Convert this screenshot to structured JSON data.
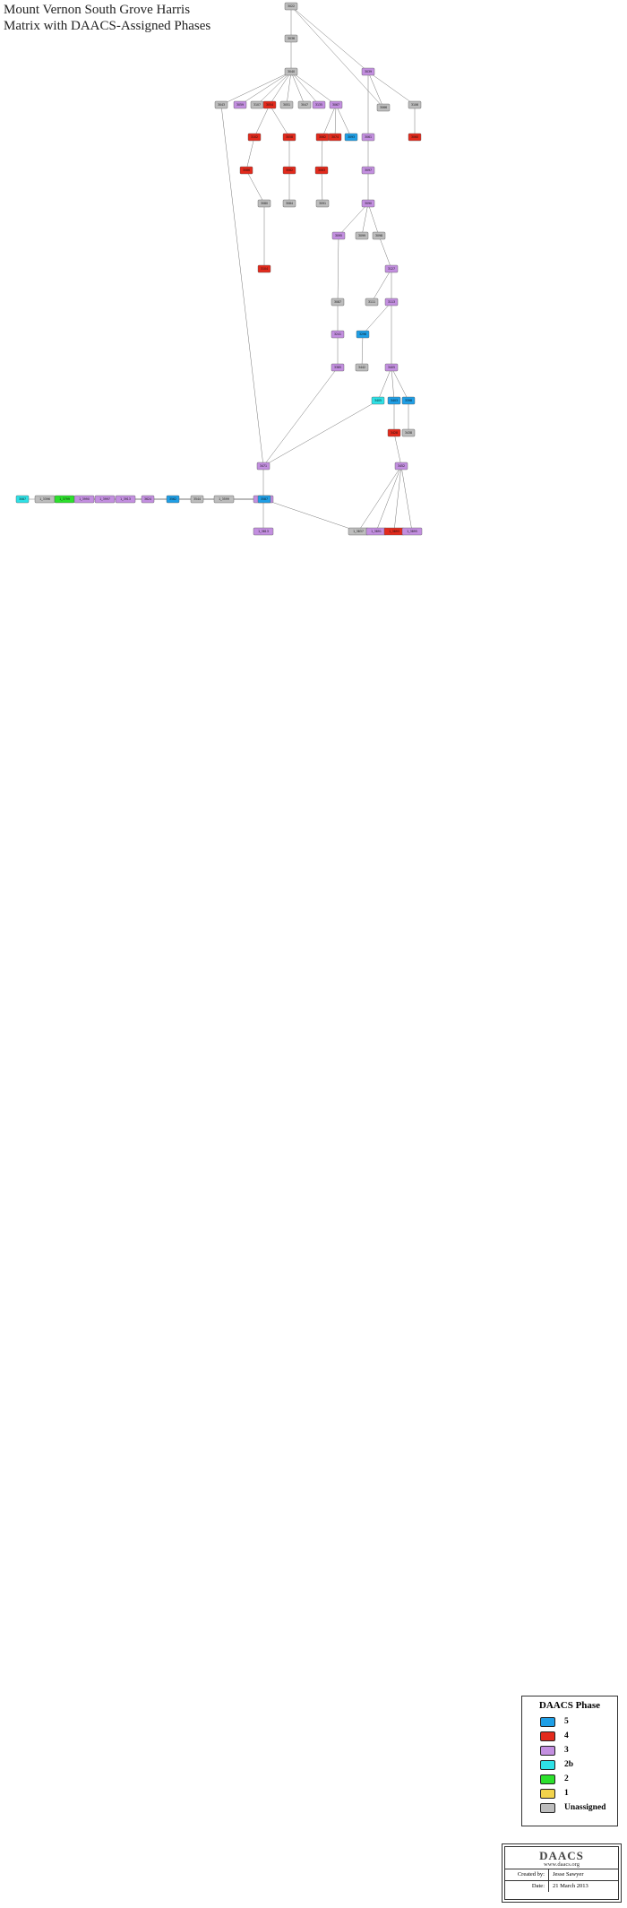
{
  "title": [
    "Mount Vernon South Grove Harris",
    "Matrix with DAACS-Assigned Phases"
  ],
  "legend": {
    "title": "DAACS Phase",
    "items": [
      {
        "label": "5",
        "color": "#1f9fe6"
      },
      {
        "label": "4",
        "color": "#e32a1c"
      },
      {
        "label": "3",
        "color": "#c38fe0"
      },
      {
        "label": "2b",
        "color": "#2ee1e6"
      },
      {
        "label": "2",
        "color": "#2ce02c"
      },
      {
        "label": "1",
        "color": "#f2d34b"
      },
      {
        "label": "Unassigned",
        "color": "#bdbdbd"
      }
    ]
  },
  "credit": {
    "logo": "DAACS",
    "url": "www.daacs.org",
    "created_by_label": "Created by:",
    "created_by": "Jesse Sawyer",
    "date_label": "Date:",
    "date": "21 March 2013"
  },
  "phase_colors": {
    "5": "#1f9fe6",
    "4": "#e32a1c",
    "3": "#c38fe0",
    "2b": "#2ee1e6",
    "2": "#2ce02c",
    "1": "#f2d34b",
    "U": "#bdbdbd"
  },
  "nodes": [
    {
      "id": "n0",
      "label": "3022",
      "phase": "U"
    },
    {
      "id": "n1",
      "label": "3036",
      "phase": "U"
    },
    {
      "id": "n2",
      "label": "3040",
      "phase": "U"
    },
    {
      "id": "n3",
      "label": "3039",
      "phase": "3"
    },
    {
      "id": "n4",
      "label": "3043",
      "phase": "U"
    },
    {
      "id": "n5",
      "label": "3059",
      "phase": "3"
    },
    {
      "id": "n6",
      "label": "3107",
      "phase": "U"
    },
    {
      "id": "n7",
      "label": "3054",
      "phase": "4"
    },
    {
      "id": "n8",
      "label": "3051",
      "phase": "U"
    },
    {
      "id": "n9",
      "label": "3047",
      "phase": "U"
    },
    {
      "id": "n10",
      "label": "3135",
      "phase": "3"
    },
    {
      "id": "n11",
      "label": "3067",
      "phase": "3"
    },
    {
      "id": "n12",
      "label": "3066",
      "phase": "U"
    },
    {
      "id": "n13",
      "label": "3106",
      "phase": "U"
    },
    {
      "id": "n14",
      "label": "3102",
      "phase": "4"
    },
    {
      "id": "n15",
      "label": "3058",
      "phase": "4"
    },
    {
      "id": "n16",
      "label": "3062",
      "phase": "4"
    },
    {
      "id": "n17",
      "label": "3074",
      "phase": "4"
    },
    {
      "id": "n18",
      "label": "3093",
      "phase": "5"
    },
    {
      "id": "n19",
      "label": "3061",
      "phase": "3"
    },
    {
      "id": "n20",
      "label": "3060",
      "phase": "4"
    },
    {
      "id": "n21",
      "label": "3086",
      "phase": "4"
    },
    {
      "id": "n22",
      "label": "3082",
      "phase": "4"
    },
    {
      "id": "n23",
      "label": "3097",
      "phase": "3"
    },
    {
      "id": "n24",
      "label": "3063",
      "phase": "4"
    },
    {
      "id": "n25",
      "label": "3080",
      "phase": "U"
    },
    {
      "id": "n26",
      "label": "3084",
      "phase": "U"
    },
    {
      "id": "n27",
      "label": "3091",
      "phase": "U"
    },
    {
      "id": "n28",
      "label": "3090",
      "phase": "3"
    },
    {
      "id": "n29",
      "label": "3095",
      "phase": "3"
    },
    {
      "id": "n30",
      "label": "3099",
      "phase": "U"
    },
    {
      "id": "n31",
      "label": "3098",
      "phase": "U"
    },
    {
      "id": "n32",
      "label": "3104",
      "phase": "4"
    },
    {
      "id": "n33",
      "label": "3127",
      "phase": "3"
    },
    {
      "id": "n34",
      "label": "3087",
      "phase": "U"
    },
    {
      "id": "n35",
      "label": "3113",
      "phase": "3"
    },
    {
      "id": "n36",
      "label": "3111",
      "phase": "U"
    },
    {
      "id": "n37",
      "label": "3241",
      "phase": "3"
    },
    {
      "id": "n38",
      "label": "3296",
      "phase": "5"
    },
    {
      "id": "n39",
      "label": "3385",
      "phase": "3"
    },
    {
      "id": "n40",
      "label": "3442",
      "phase": "U"
    },
    {
      "id": "n41",
      "label": "3405",
      "phase": "3"
    },
    {
      "id": "n42",
      "label": "3405",
      "phase": "2b"
    },
    {
      "id": "n43",
      "label": "3403",
      "phase": "5"
    },
    {
      "id": "n44",
      "label": "3398",
      "phase": "5"
    },
    {
      "id": "n45",
      "label": "3428",
      "phase": "4"
    },
    {
      "id": "n46",
      "label": "3438",
      "phase": "U"
    },
    {
      "id": "n47",
      "label": "3452",
      "phase": "3"
    },
    {
      "id": "n48",
      "label": "3471",
      "phase": "3"
    },
    {
      "id": "n49",
      "label": "1_3771",
      "phase": "3"
    },
    {
      "id": "n50",
      "label": "1_3813",
      "phase": "3"
    },
    {
      "id": "n51",
      "label": "3087",
      "phase": "2b"
    },
    {
      "id": "n52",
      "label": "1_3396",
      "phase": "U"
    },
    {
      "id": "n53",
      "label": "1_3799",
      "phase": "2"
    },
    {
      "id": "n54",
      "label": "1_3990",
      "phase": "3"
    },
    {
      "id": "n55",
      "label": "1_3997",
      "phase": "3"
    },
    {
      "id": "n56",
      "label": "1_3913",
      "phase": "3"
    },
    {
      "id": "n57",
      "label": "3624",
      "phase": "3"
    },
    {
      "id": "n58",
      "label": "3562",
      "phase": "5"
    },
    {
      "id": "n59",
      "label": "3544",
      "phase": "U"
    },
    {
      "id": "n60",
      "label": "1_3599",
      "phase": "U"
    },
    {
      "id": "n61",
      "label": "3587",
      "phase": "5"
    },
    {
      "id": "n62",
      "label": "1_3837",
      "phase": "U"
    },
    {
      "id": "n63",
      "label": "1_3891",
      "phase": "3"
    },
    {
      "id": "n64",
      "label": "1_3893",
      "phase": "4"
    },
    {
      "id": "n65",
      "label": "1_3895",
      "phase": "3"
    }
  ]
}
